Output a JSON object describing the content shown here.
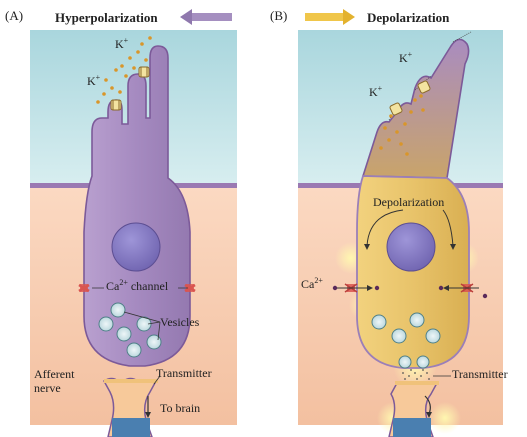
{
  "panels": [
    {
      "letter": "(A)",
      "heading": "Hyperpolarization",
      "k_label": "K",
      "k_sup": "+",
      "ca_label": "Ca",
      "ca_sup": "2+",
      "ca_channel_suffix": " channel",
      "vesicles": "Vesicles",
      "afferent_line1": "Afferent",
      "afferent_line2": "nerve",
      "transmitter": "Transmitter",
      "to_brain": "To brain"
    },
    {
      "letter": "(B)",
      "heading": "Depolarization",
      "k_label": "K",
      "k_sup": "+",
      "inner_label": "Depolarization",
      "ca_label": "Ca",
      "ca_sup": "2+",
      "transmitter": "Transmitter"
    }
  ],
  "colors": {
    "water_top": "#a9d6dd",
    "water_bottom": "#d8eef0",
    "tissue_top": "#fbd9c2",
    "tissue_bottom": "#f3c0a0",
    "membrane_line": "#9a79b2",
    "cell_hyper": "#a98cc0",
    "cell_hyper_edge": "#7c5a99",
    "cell_depol": "#e8c36a",
    "cell_depol_edge": "#9b7fb8",
    "nucleus": "#8a7fc8",
    "arrow_hyper": "#9d86b8",
    "arrow_depol": "#f0c64a",
    "glow": "#fff3a0",
    "potassium_dot": "#d9962a",
    "channel_red": "#d9544f",
    "nerve_blue": "#4a7fb0"
  }
}
